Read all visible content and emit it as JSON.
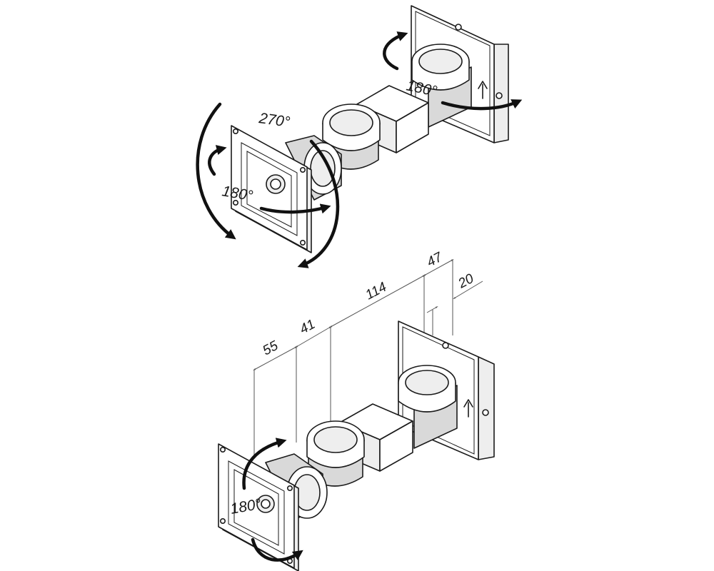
{
  "top_view": {
    "rotation_labels": {
      "wall_swivel": "180°",
      "tilt": "270°",
      "head_rotation": "180°"
    }
  },
  "bottom_view": {
    "rotation_labels": {
      "head_rotation": "180°"
    },
    "dimensions": {
      "d55": "55",
      "d41": "41",
      "d114": "114",
      "d47": "47",
      "d20": "20"
    }
  }
}
